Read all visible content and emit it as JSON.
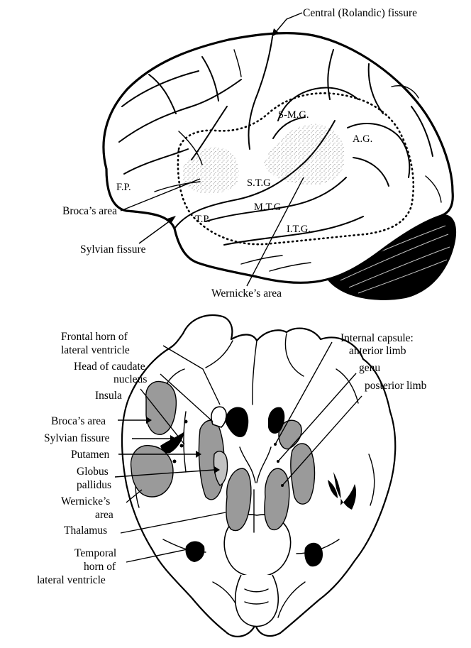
{
  "lateral_view": {
    "central_fissure": "Central (Rolandic) fissure",
    "smg": "S-M.G.",
    "ag": "A.G.",
    "fp": "F.P.",
    "stg": "S.T.G",
    "mtg": "M.T.G",
    "itg": "I.T.G.",
    "tp": "T.P.",
    "brocas_area": "Broca’s area",
    "sylvian_fissure": "Sylvian fissure",
    "wernickes_area": "Wernicke’s area"
  },
  "horizontal_section": {
    "frontal_horn_1": "Frontal horn of",
    "frontal_horn_2": "lateral ventricle",
    "caudate_1": "Head of caudate",
    "caudate_2": "nucleus",
    "insula": "Insula",
    "brocas_area": "Broca’s area",
    "sylvian_fissure": "Sylvian fissure",
    "putamen": "Putamen",
    "globus_1": "Globus",
    "globus_2": "pallidus",
    "wernickes_1": "Wernicke’s",
    "wernickes_2": "area",
    "thalamus": "Thalamus",
    "temporal_horn_1": "Temporal",
    "temporal_horn_2": "horn of",
    "temporal_horn_3": "lateral ventricle",
    "internal_capsule": "Internal capsule:",
    "anterior_limb": "anterior limb",
    "genu": "genu",
    "posterior_limb": "posterior limb"
  }
}
